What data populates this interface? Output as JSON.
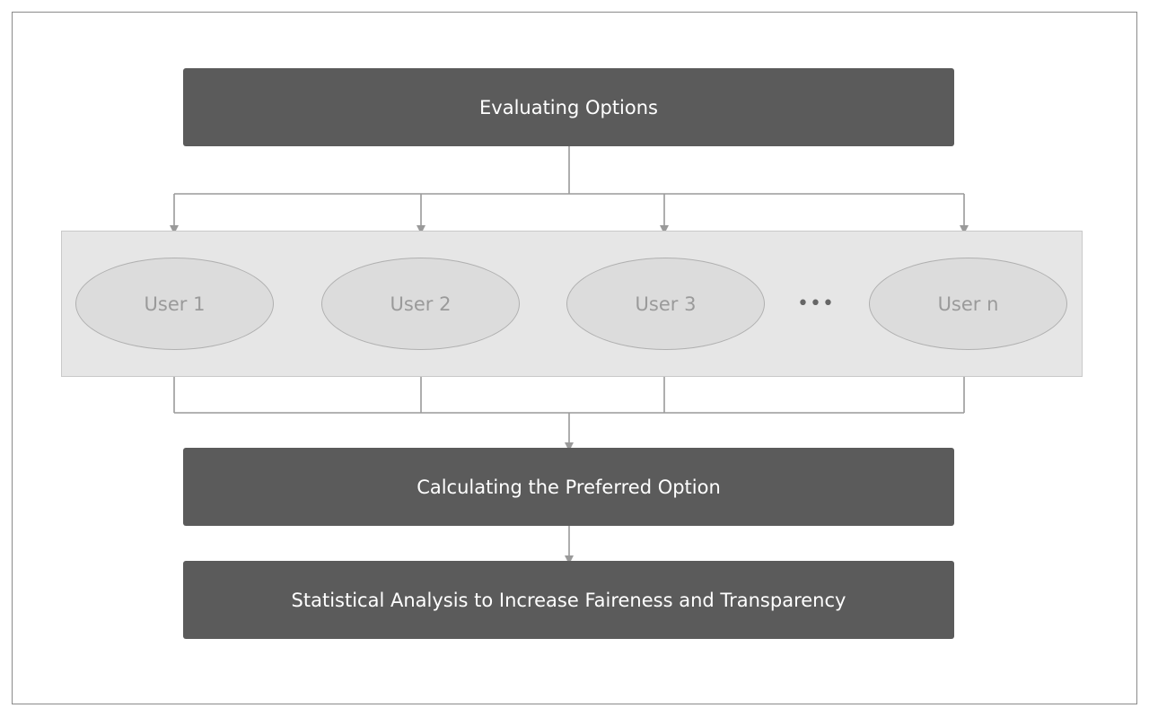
{
  "steps": {
    "evaluating": "Evaluating Options",
    "calculating": "Calculating the Preferred Option",
    "analysis": "Statistical Analysis to Increase Faireness and Transparency"
  },
  "users": {
    "user_1": "User 1",
    "user_2": "User 2",
    "user_3": "User 3",
    "ellipsis": "•••",
    "user_n": "User n"
  },
  "colors": {
    "box_fill": "#5b5b5b",
    "box_text": "#ffffff",
    "panel_fill": "#e6e6e6",
    "node_fill": "#dcdcdc",
    "node_text": "#9a9a9a",
    "connector": "#9a9a9a"
  }
}
